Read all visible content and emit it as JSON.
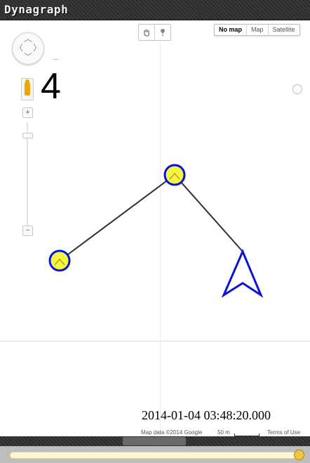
{
  "app": {
    "title": "Dynagraph"
  },
  "toolbar": {
    "hand_tool": "hand-icon",
    "pin_tool": "pin-icon"
  },
  "map_types": [
    {
      "label": "No map",
      "active": true
    },
    {
      "label": "Map",
      "active": false
    },
    {
      "label": "Satellite",
      "active": false
    }
  ],
  "zoom": {
    "in_label": "+",
    "level_marker": "−",
    "out_label": "−"
  },
  "overlay": {
    "number": "4"
  },
  "graph": {
    "node_fill": "#f5f542",
    "node_stroke": "#0a14d4",
    "edge_color": "#2f2f2f",
    "arrow_color": "#0a14d4"
  },
  "timestamp": "2014-01-04 03:48:20.000",
  "footer": {
    "map_data": "Map data ©2014 Google",
    "scale": "50 m",
    "terms": "Terms of Use"
  },
  "scrubber": {
    "position": 1.0
  }
}
